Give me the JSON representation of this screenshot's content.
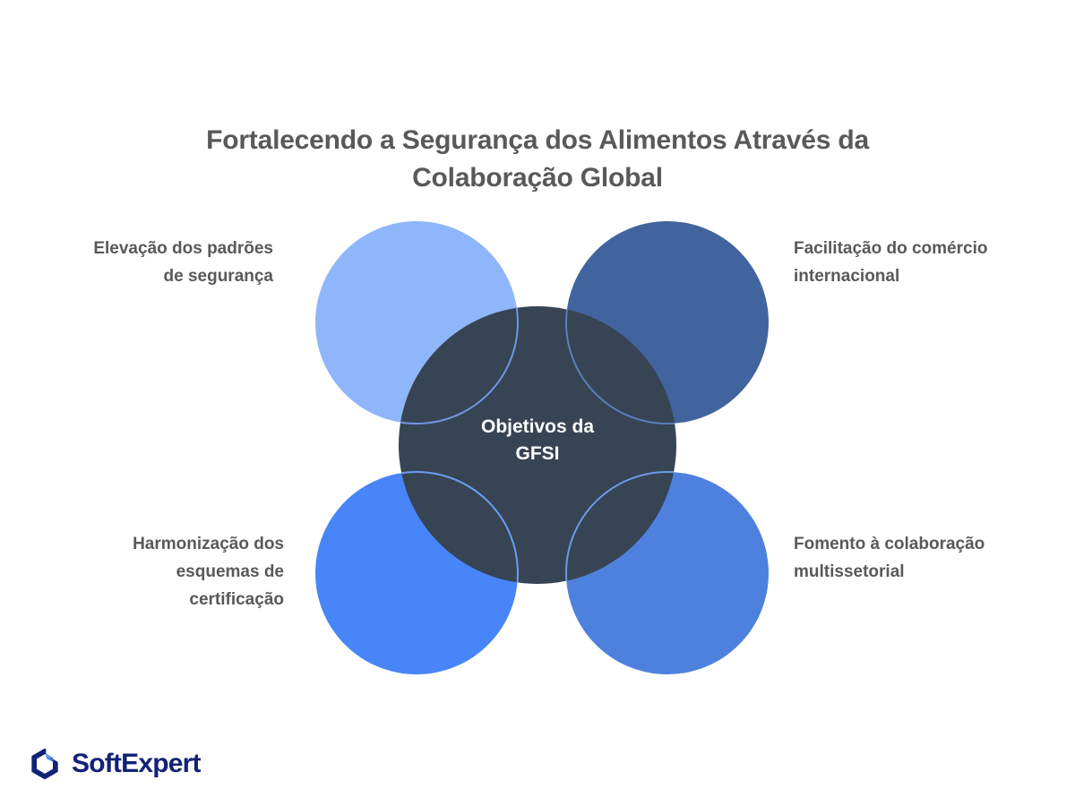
{
  "slide": {
    "title": "Fortalecendo a Segurança dos Alimentos Através da Colaboração Global",
    "background_color": "#FFFFFF",
    "title_color": "#595959",
    "label_color": "#595959"
  },
  "diagram": {
    "type": "venn-petal",
    "center": {
      "label": "Objetivos da GFSI",
      "line1": "Objetivos da",
      "line2": "GFSI",
      "fill_color": "#374454",
      "text_color": "#FFFFFF"
    },
    "petals": [
      {
        "position": "top-left",
        "label": "Elevação dos padrões de segurança",
        "fill_color": "#8FB6FA",
        "stroke_color": "#6E97E6"
      },
      {
        "position": "top-right",
        "label": "Facilitação do comércio internacional",
        "fill_color": "#41649E",
        "stroke_color": "#5B7FBC"
      },
      {
        "position": "bottom-left",
        "label": "Harmonização dos esquemas de certificação",
        "fill_color": "#4785F8",
        "stroke_color": "#6B9CF5"
      },
      {
        "position": "bottom-right",
        "label": "Fomento à colaboração multissetorial",
        "fill_color": "#4E81DE",
        "stroke_color": "#6D99E8"
      }
    ]
  },
  "logo": {
    "name": "SoftExpert",
    "wordmark": "SoftExpert",
    "mark_color": "#112277",
    "mark_accent_color": "#3C78D8",
    "text_color": "#112277"
  }
}
